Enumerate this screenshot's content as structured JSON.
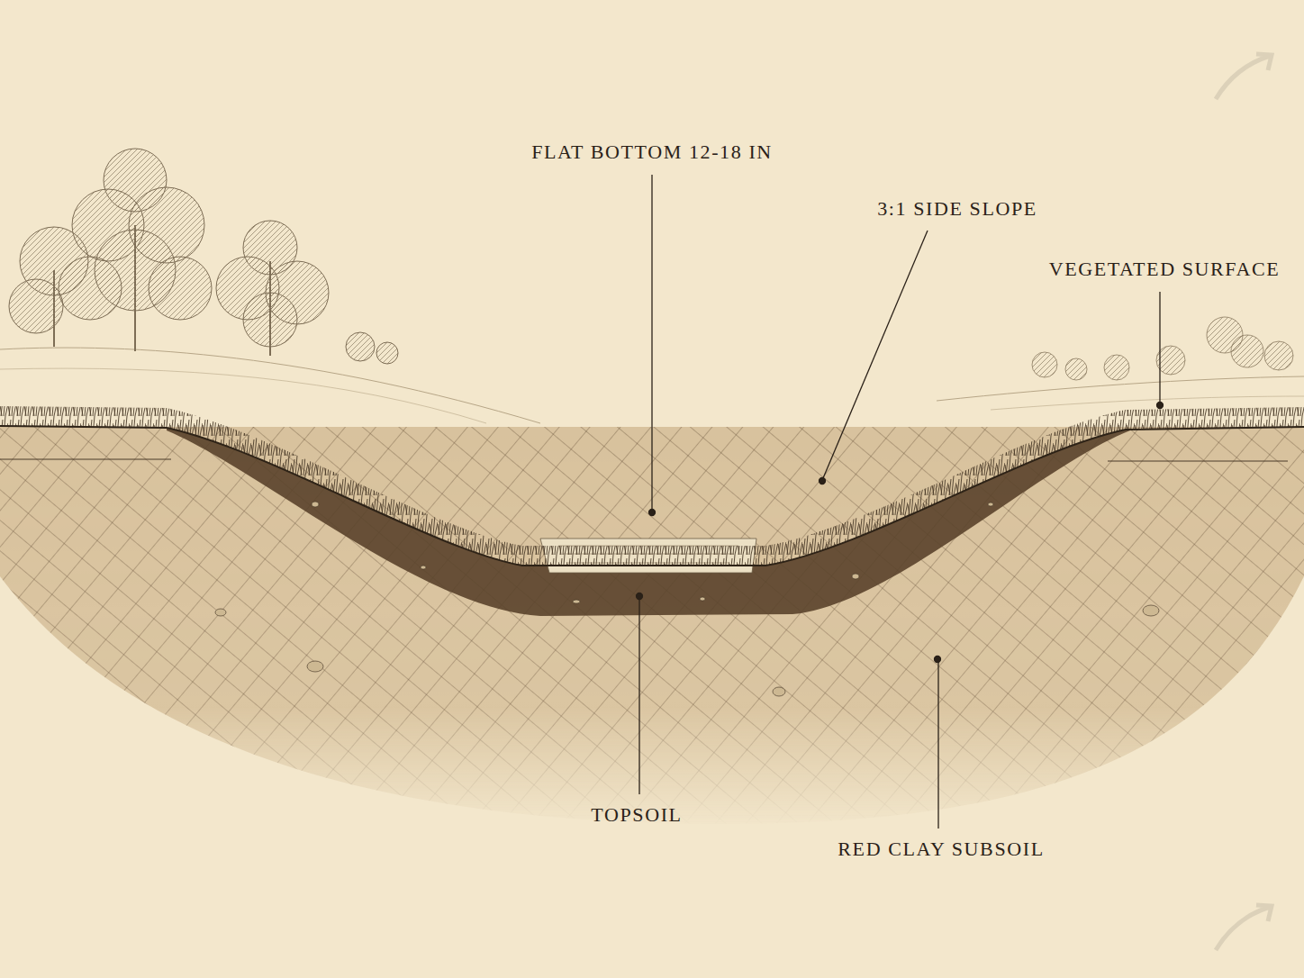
{
  "diagram": {
    "labels": [
      "FLAT BOTTOM 12-18 IN",
      "3:1 SIDE SLOPE",
      "VEGETATED SURFACE",
      "TOPSOIL",
      "RED CLAY SUBSOIL"
    ]
  }
}
